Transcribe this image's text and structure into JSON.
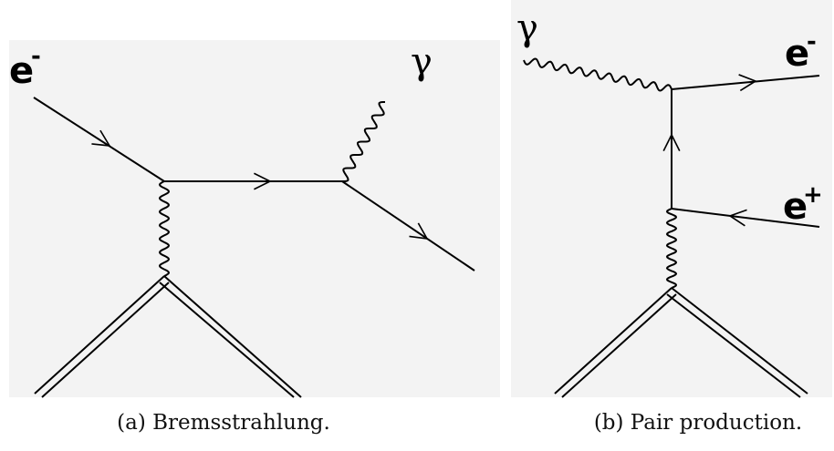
{
  "colors": {
    "panel_background": "#f3f3f3",
    "line": "#000000",
    "page": "#ffffff"
  },
  "diagram_a": {
    "caption": "(a) Bremsstrahlung.",
    "labels": {
      "incoming_particle": "e",
      "incoming_charge": "-",
      "emitted_particle": "γ"
    }
  },
  "diagram_b": {
    "caption": "(b) Pair production.",
    "labels": {
      "incoming_particle": "γ",
      "electron": "e",
      "electron_charge": "-",
      "positron": "e",
      "positron_charge": "+"
    }
  }
}
